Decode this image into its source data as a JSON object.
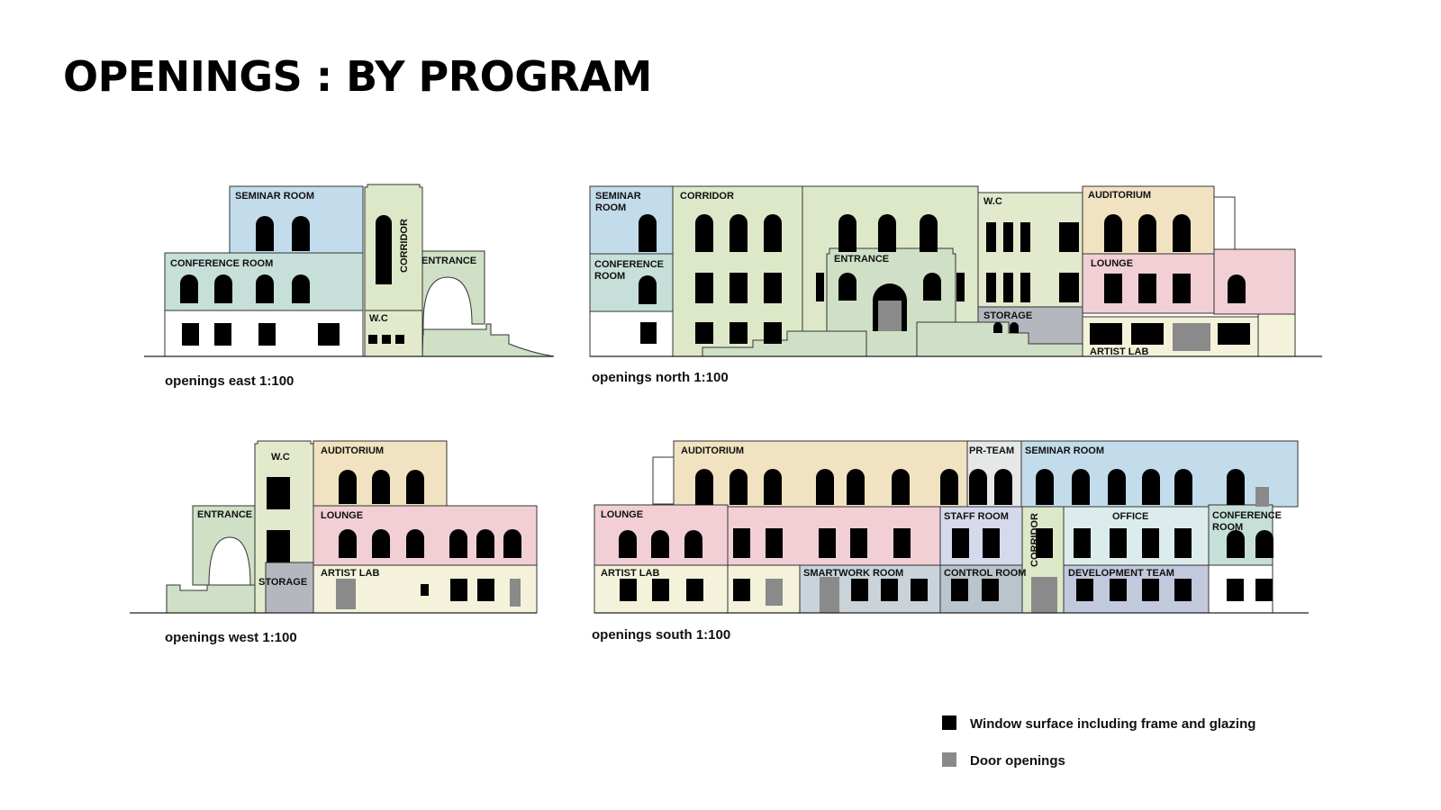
{
  "title": "OPENINGS : BY PROGRAM",
  "colors": {
    "seminar": "#c3dcec",
    "conference": "#c6dfd9",
    "corridor": "#dde8c8",
    "entrance": "#cfe0c6",
    "wc": "#e2e9cc",
    "storage": "#b4b8be",
    "auditorium": "#f1e3c1",
    "lounge": "#f1cfd4",
    "artist_lab": "#f4f2da",
    "pr_team": "#e6e8e8",
    "staff_room": "#d6d8ec",
    "office": "#dcecec",
    "smartwork": "#c9d3d9",
    "control_room": "#b9c4cc",
    "development": "#c2c9dc",
    "window": "#000000",
    "door": "#8a8a8a"
  },
  "elevations": {
    "east": {
      "caption": "openings east 1:100",
      "labels": {
        "seminar_room": "SEMINAR ROOM",
        "conference_room": "CONFERENCE ROOM",
        "corridor": "CORRIDOR",
        "entrance": "ENTRANCE",
        "wc": "W.C"
      }
    },
    "north": {
      "caption": "openings north 1:100",
      "labels": {
        "seminar_room_1": "SEMINAR",
        "seminar_room_2": "ROOM",
        "conference_room_1": "CONFERENCE",
        "conference_room_2": "ROOM",
        "corridor": "CORRIDOR",
        "entrance": "ENTRANCE",
        "wc": "W.C",
        "auditorium": "AUDITORIUM",
        "lounge": "LOUNGE",
        "storage": "STORAGE",
        "artist_lab": "ARTIST LAB"
      }
    },
    "west": {
      "caption": "openings west 1:100",
      "labels": {
        "wc": "W.C",
        "auditorium": "AUDITORIUM",
        "entrance": "ENTRANCE",
        "lounge": "LOUNGE",
        "artist_lab": "ARTIST LAB",
        "storage": "STORAGE"
      }
    },
    "south": {
      "caption": "openings south 1:100",
      "labels": {
        "auditorium": "AUDITORIUM",
        "pr_team": "PR-TEAM",
        "seminar_room": "SEMINAR ROOM",
        "lounge": "LOUNGE",
        "staff_room": "STAFF ROOM",
        "corridor": "CORRIDOR",
        "office": "OFFICE",
        "conference_room_1": "CONFERENCE",
        "conference_room_2": "ROOM",
        "artist_lab": "ARTIST LAB",
        "smartwork_room": "SMARTWORK ROOM",
        "control_room": "CONTROL ROOM",
        "development_team": "DEVELOPMENT TEAM"
      }
    }
  },
  "legend": {
    "window": "Window surface including frame and glazing",
    "door": "Door openings"
  }
}
